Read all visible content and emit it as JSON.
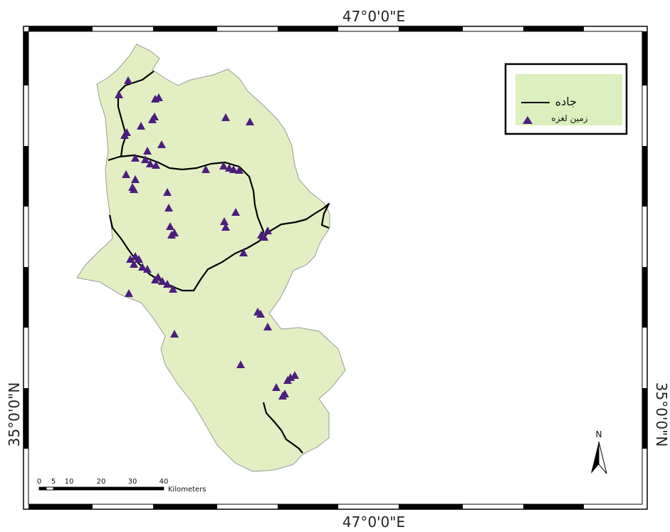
{
  "map": {
    "coordinates": {
      "top": "47°0'0\"E",
      "bottom": "47°0'0\"E",
      "left": "35°0'0\"N",
      "right": "35°0'0\"N"
    },
    "legend": {
      "road_label": "جاده",
      "landslide_label": "زمین لغزه",
      "background_color": "#dcefbf",
      "line_color": "#000000",
      "marker_color": "#4b1e7e"
    },
    "region_fill": "#e3efc3",
    "north_arrow_label": "N",
    "scale_bar": {
      "ticks": [
        "0",
        "5",
        "10",
        "20",
        "30",
        "40"
      ],
      "unit": "Kilometers"
    }
  }
}
